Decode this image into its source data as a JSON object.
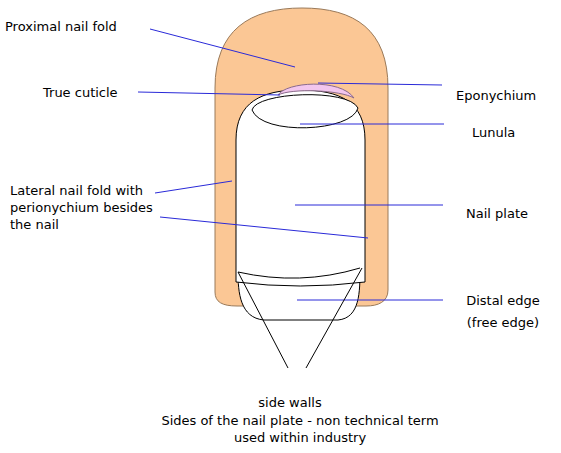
{
  "diagram": {
    "labels": [
      "Proximal nail fold",
      "True cuticle",
      "Eponychium",
      "Lunula",
      "Lateral nail fold with perionychium besides the nail",
      "Nail plate",
      "Distal edge (free edge)",
      "side walls",
      "Sides of the nail plate - non technical term used within industry"
    ]
  }
}
